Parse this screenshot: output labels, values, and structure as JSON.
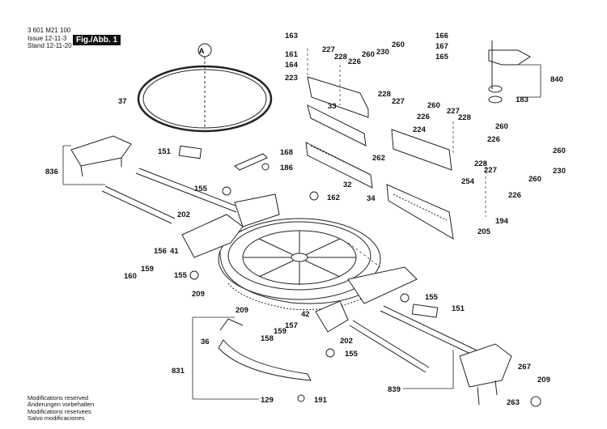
{
  "header": {
    "doc_number": "3 601 M21 100",
    "issue_label": "Issue",
    "issue_value": "12-11-3",
    "stand_label": "Stand",
    "stand_value": "12-11-20",
    "figure_label": "Fig./Abb. 1"
  },
  "footer": {
    "lines": [
      "Modifications reserved",
      "Änderungen vorbehalten",
      "Modifications reservees",
      "Salvo modificaciones"
    ]
  },
  "callout": "A",
  "parts": [
    {
      "id": "163",
      "label": "163"
    },
    {
      "id": "166",
      "label": "166"
    },
    {
      "id": "167",
      "label": "167"
    },
    {
      "id": "165",
      "label": "165"
    },
    {
      "id": "161",
      "label": "161"
    },
    {
      "id": "164",
      "label": "164"
    },
    {
      "id": "223",
      "label": "223"
    },
    {
      "id": "227a",
      "label": "227"
    },
    {
      "id": "228a",
      "label": "228"
    },
    {
      "id": "226a",
      "label": "226"
    },
    {
      "id": "260a",
      "label": "260"
    },
    {
      "id": "230a",
      "label": "230"
    },
    {
      "id": "260b",
      "label": "260"
    },
    {
      "id": "840",
      "label": "840"
    },
    {
      "id": "183",
      "label": "183"
    },
    {
      "id": "37",
      "label": "37"
    },
    {
      "id": "33",
      "label": "33"
    },
    {
      "id": "228b",
      "label": "228"
    },
    {
      "id": "227b",
      "label": "227"
    },
    {
      "id": "260c",
      "label": "260"
    },
    {
      "id": "226b",
      "label": "226"
    },
    {
      "id": "227c",
      "label": "227"
    },
    {
      "id": "228c",
      "label": "228"
    },
    {
      "id": "260d",
      "label": "260"
    },
    {
      "id": "224",
      "label": "224"
    },
    {
      "id": "226c",
      "label": "226"
    },
    {
      "id": "151a",
      "label": "151"
    },
    {
      "id": "168",
      "label": "168"
    },
    {
      "id": "186",
      "label": "186"
    },
    {
      "id": "262",
      "label": "262"
    },
    {
      "id": "260e",
      "label": "260"
    },
    {
      "id": "836",
      "label": "836"
    },
    {
      "id": "228d",
      "label": "228"
    },
    {
      "id": "227d",
      "label": "227"
    },
    {
      "id": "230b",
      "label": "230"
    },
    {
      "id": "254",
      "label": "254"
    },
    {
      "id": "260f",
      "label": "260"
    },
    {
      "id": "32",
      "label": "32"
    },
    {
      "id": "226d",
      "label": "226"
    },
    {
      "id": "155a",
      "label": "155"
    },
    {
      "id": "162",
      "label": "162"
    },
    {
      "id": "34",
      "label": "34"
    },
    {
      "id": "202a",
      "label": "202"
    },
    {
      "id": "194",
      "label": "194"
    },
    {
      "id": "205",
      "label": "205"
    },
    {
      "id": "156",
      "label": "156"
    },
    {
      "id": "41",
      "label": "41"
    },
    {
      "id": "159a",
      "label": "159"
    },
    {
      "id": "155b",
      "label": "155"
    },
    {
      "id": "160",
      "label": "160"
    },
    {
      "id": "209a",
      "label": "209"
    },
    {
      "id": "209b",
      "label": "209"
    },
    {
      "id": "155c",
      "label": "155"
    },
    {
      "id": "151b",
      "label": "151"
    },
    {
      "id": "42",
      "label": "42"
    },
    {
      "id": "157",
      "label": "157"
    },
    {
      "id": "158",
      "label": "158"
    },
    {
      "id": "159b",
      "label": "159"
    },
    {
      "id": "36",
      "label": "36"
    },
    {
      "id": "202b",
      "label": "202"
    },
    {
      "id": "155d",
      "label": "155"
    },
    {
      "id": "831",
      "label": "831"
    },
    {
      "id": "839",
      "label": "839"
    },
    {
      "id": "267",
      "label": "267"
    },
    {
      "id": "209c",
      "label": "209"
    },
    {
      "id": "263",
      "label": "263"
    },
    {
      "id": "129",
      "label": "129"
    },
    {
      "id": "191",
      "label": "191"
    }
  ]
}
